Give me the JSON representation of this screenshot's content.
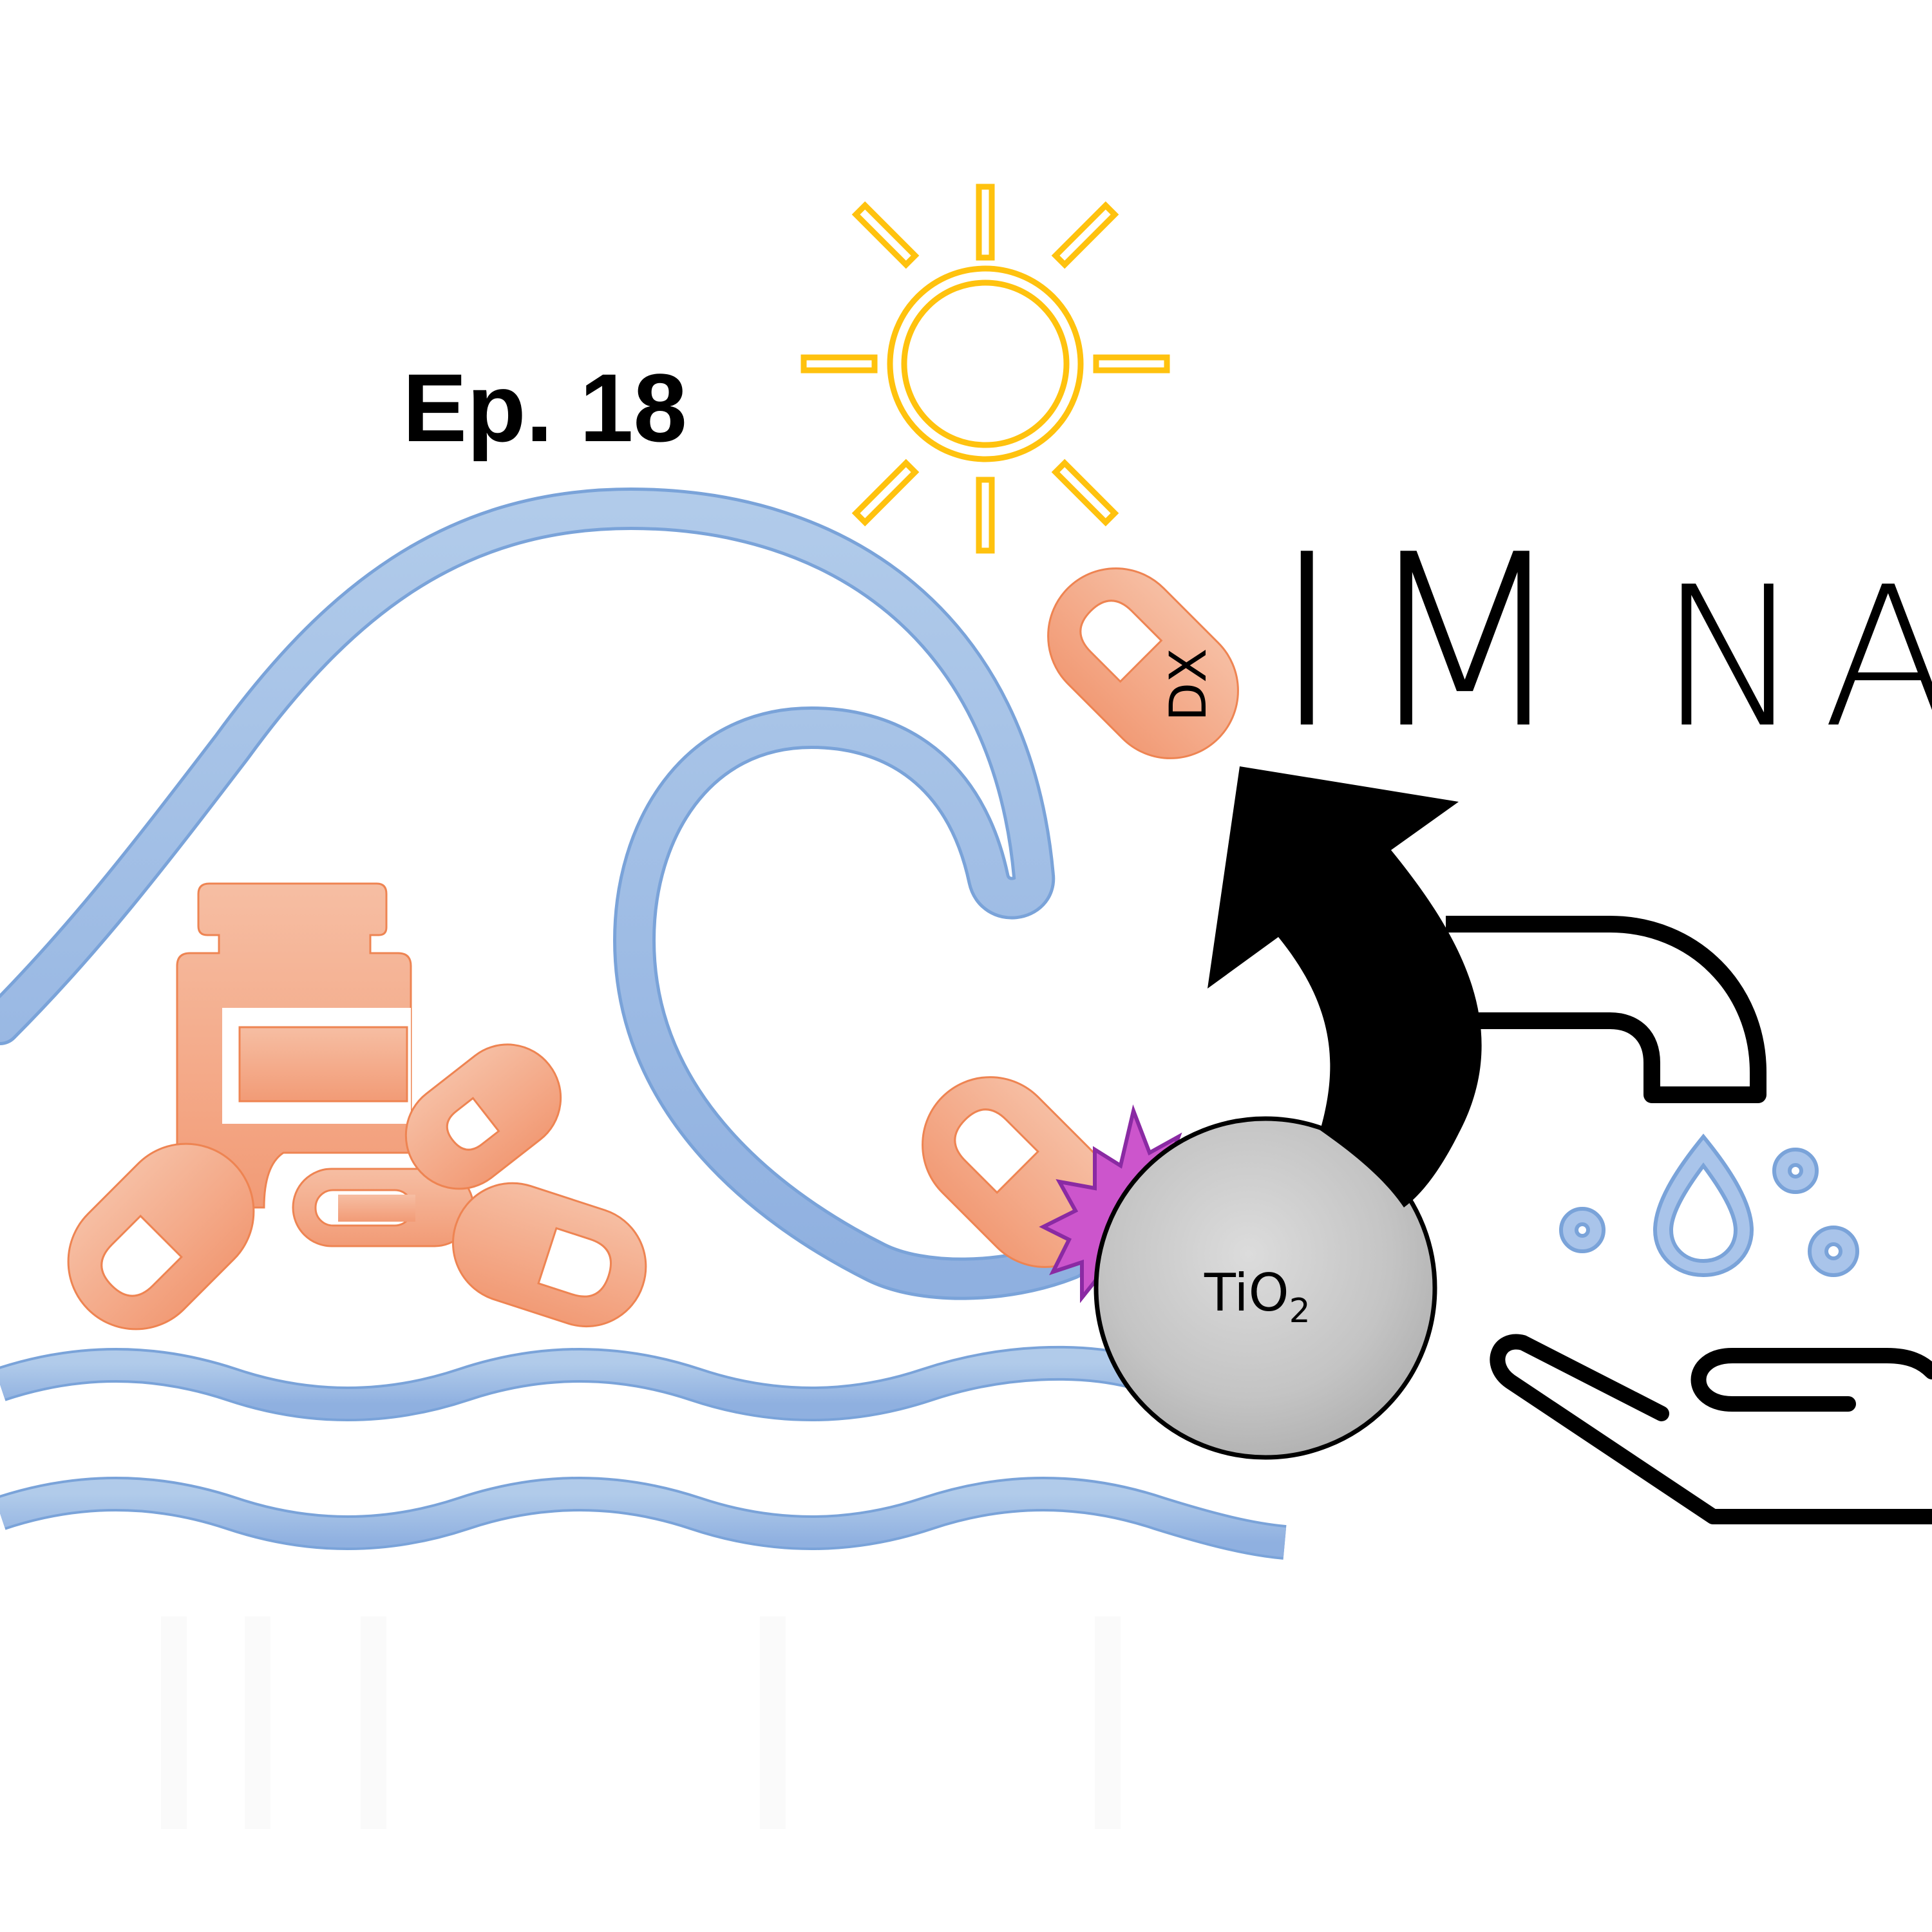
{
  "episode": {
    "label": "Ep. 18"
  },
  "logo": {
    "letters": [
      "I",
      "M",
      "N",
      "A"
    ]
  },
  "capsule_mark": {
    "text": "DX"
  },
  "particle": {
    "text_main": "TiO",
    "text_sub": "2"
  },
  "colors": {
    "background": "#ffffff",
    "wave": "#8fb3e2",
    "wave_dark": "#7aa3d9",
    "pill": "#f2a07c",
    "pill_edge": "#ee8452",
    "sun": "#ffc20e",
    "burst": "#cc55cc",
    "burst_edge": "#8a2aa3",
    "particle": "#c8c8c8",
    "ink": "#000000"
  },
  "icons": {
    "sun": "sun-icon",
    "wave": "wave-icon",
    "bottle": "medicine-bottle-icon",
    "pill": "capsule-pill-icon",
    "faucet": "faucet-icon",
    "drop": "water-drop-icon",
    "hand": "open-hand-icon",
    "arrow": "curved-arrow-icon"
  }
}
